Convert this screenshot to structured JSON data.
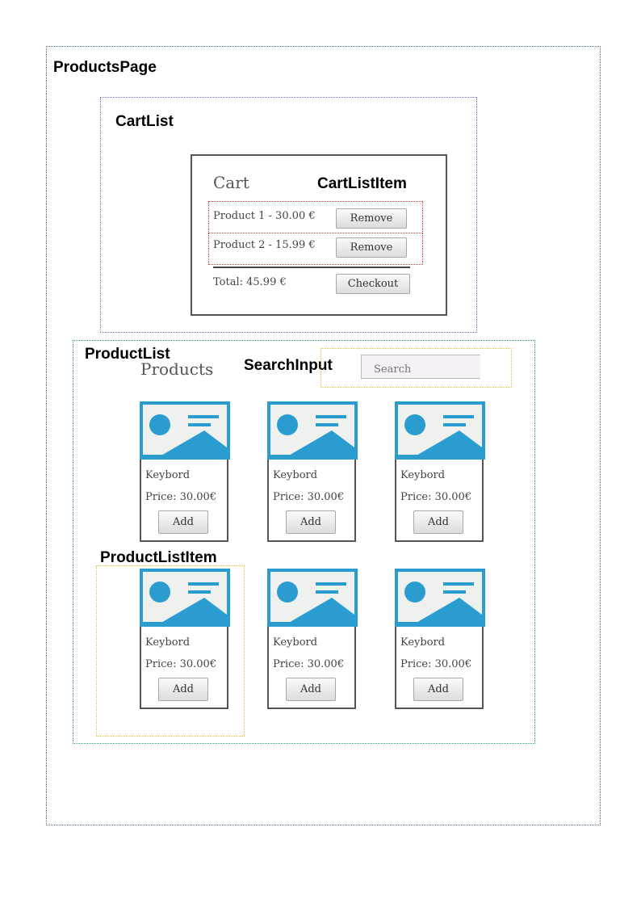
{
  "labels": {
    "products_page": "ProductsPage",
    "cart_list": "CartList",
    "cart_list_item": "CartListItem",
    "product_list": "ProductList",
    "search_input": "SearchInput",
    "product_list_item": "ProductListItem"
  },
  "cart": {
    "title": "Cart",
    "items": [
      {
        "text": "Product 1 - 30.00 €",
        "remove_label": "Remove"
      },
      {
        "text": "Product 2 - 15.99 €",
        "remove_label": "Remove"
      }
    ],
    "total": "Total: 45.99 €",
    "checkout_label": "Checkout"
  },
  "products": {
    "title": "Products",
    "search": {
      "placeholder": "Search"
    },
    "items": [
      {
        "name": "Keybord",
        "price": "Price: 30.00€",
        "add_label": "Add"
      },
      {
        "name": "Keybord",
        "price": "Price: 30.00€",
        "add_label": "Add"
      },
      {
        "name": "Keybord",
        "price": "Price: 30.00€",
        "add_label": "Add"
      },
      {
        "name": "Keybord",
        "price": "Price: 30.00€",
        "add_label": "Add"
      },
      {
        "name": "Keybord",
        "price": "Price: 30.00€",
        "add_label": "Add"
      },
      {
        "name": "Keybord",
        "price": "Price: 30.00€",
        "add_label": "Add"
      }
    ]
  },
  "colors": {
    "products_page_border": "#4a6a9a",
    "cart_list_border": "#8060a8",
    "cart_item_border": "#e03a3a",
    "product_list_border": "#3a9a6a",
    "highlight_border": "#e8b830",
    "image_blue": "#2a9cd0",
    "image_bg": "#eef1ee"
  }
}
